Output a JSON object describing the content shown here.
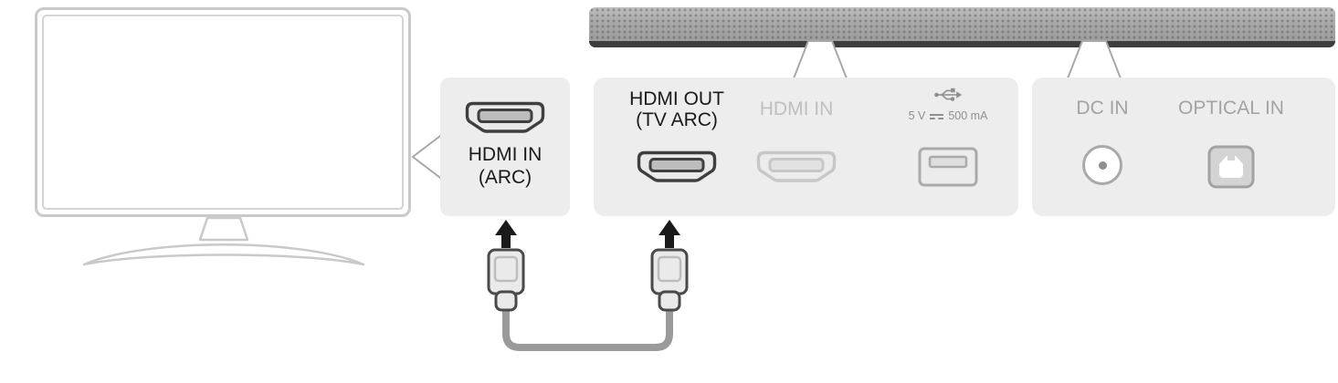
{
  "colors": {
    "panel_bg": "#ededed",
    "outline": "#c9c9c9",
    "outline_light": "#d4d4d4",
    "dark": "#3f3f3f",
    "cable": "#9a9a9a",
    "text_dark": "#1a1a1a",
    "text_inactive": "#bfbfbf",
    "text_gray": "#a3a3a3",
    "text_usb": "#8f8f8f",
    "icon_gray": "#a9a9a9",
    "arrow": "#1a1a1a",
    "soundbar_strip": "#3d3d3d"
  },
  "tv_callout": {
    "line1": "HDMI IN",
    "line2": "(ARC)"
  },
  "soundbar_panel": {
    "hdmi_out": {
      "line1": "HDMI OUT",
      "line2": "(TV ARC)"
    },
    "hdmi_in": {
      "label": "HDMI IN"
    },
    "usb": {
      "volts": "5 V",
      "symbol": "⎓",
      "current": "500 mA"
    }
  },
  "power_panel": {
    "dc_in": {
      "label": "DC IN"
    },
    "optical_in": {
      "label": "OPTICAL IN"
    }
  },
  "icons": {
    "hdmi_port": "hdmi-receptacle-shape",
    "usb_port": "usb-receptacle-shape",
    "usb_symbol": "usb-trident",
    "dc_symbol": "direct-current-symbol",
    "dc_port": "circle-with-center-pin",
    "optical_port": "toslink-square",
    "up_arrow": "black-up-arrow",
    "hdmi_cable": "u-shaped-cable-with-two-plugs"
  }
}
